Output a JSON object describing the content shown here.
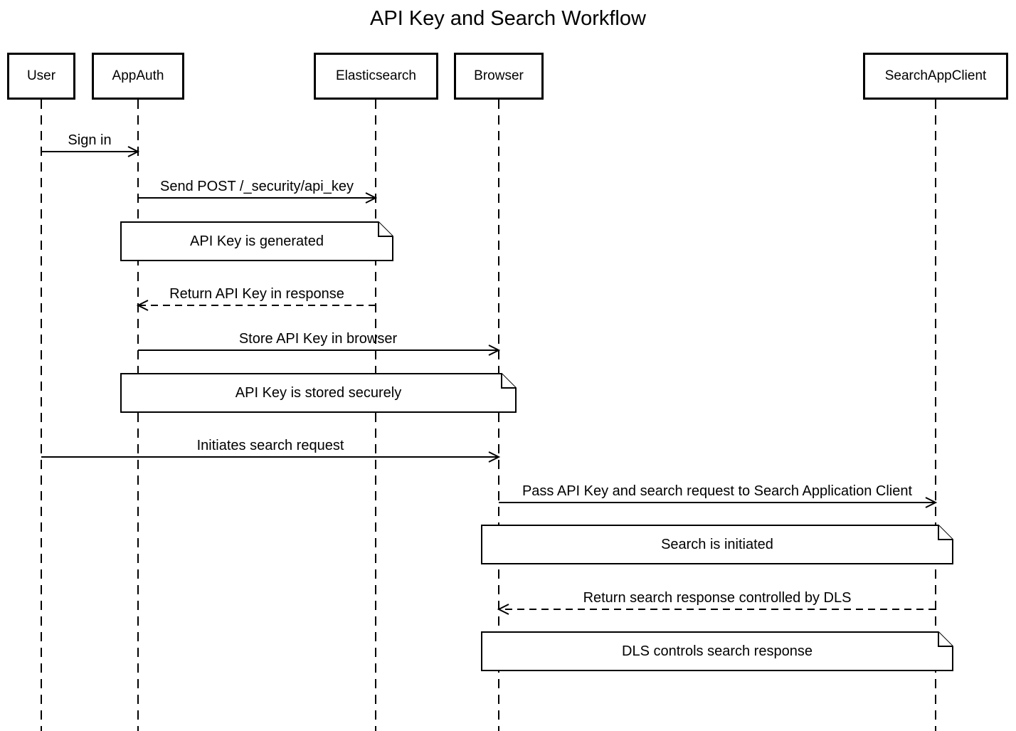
{
  "title": "API Key and Search Workflow",
  "colors": {
    "stroke": "#000000",
    "background": "#ffffff",
    "note_fill": "#ffffff"
  },
  "diagram": {
    "type": "sequence",
    "actors": [
      {
        "id": "user",
        "label": "User"
      },
      {
        "id": "appauth",
        "label": "AppAuth"
      },
      {
        "id": "elasticsearch",
        "label": "Elasticsearch"
      },
      {
        "id": "browser",
        "label": "Browser"
      },
      {
        "id": "searchappclient",
        "label": "SearchAppClient"
      }
    ],
    "messages": [
      {
        "from": "User",
        "to": "AppAuth",
        "style": "solid",
        "label": "Sign in"
      },
      {
        "from": "AppAuth",
        "to": "Elasticsearch",
        "style": "solid",
        "label": "Send POST /_security/api_key"
      },
      {
        "from": "Elasticsearch",
        "to": "AppAuth",
        "style": "dashed",
        "label": "Return API Key in response"
      },
      {
        "from": "AppAuth",
        "to": "Browser",
        "style": "solid",
        "label": "Store API Key in browser"
      },
      {
        "from": "User",
        "to": "Browser",
        "style": "solid",
        "label": "Initiates search request"
      },
      {
        "from": "Browser",
        "to": "SearchAppClient",
        "style": "solid",
        "label": "Pass API Key and search request to Search Application Client"
      },
      {
        "from": "SearchAppClient",
        "to": "Browser",
        "style": "dashed",
        "label": "Return search response controlled by DLS"
      }
    ],
    "notes": [
      {
        "over": [
          "AppAuth",
          "Elasticsearch"
        ],
        "label": "API Key is generated"
      },
      {
        "over": [
          "AppAuth",
          "Browser"
        ],
        "label": "API Key is stored securely"
      },
      {
        "over": [
          "Browser",
          "SearchAppClient"
        ],
        "label": "Search is initiated"
      },
      {
        "over": [
          "Browser",
          "SearchAppClient"
        ],
        "label": "DLS controls search response"
      }
    ]
  }
}
